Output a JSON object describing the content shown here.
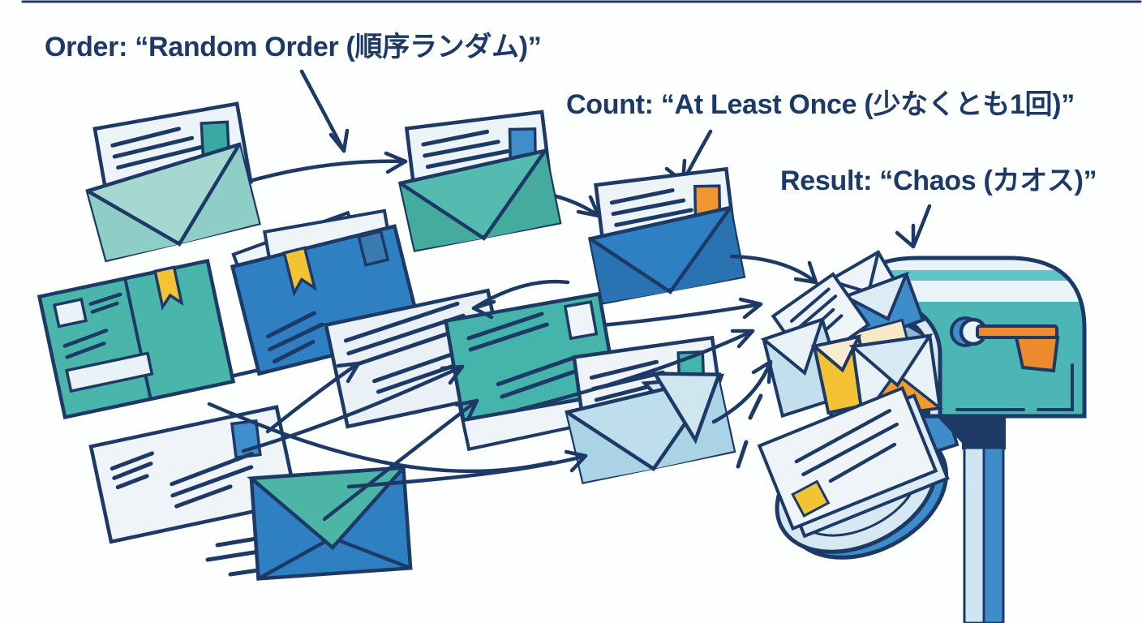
{
  "scene": {
    "title": "Message delivery chaos illustration",
    "labels": {
      "order": "Order: “Random Order (順序ランダム)”",
      "count": "Count: “At Least Once (少なくとも1回)”",
      "result": "Result: “Chaos (カオス)”"
    },
    "colors": {
      "outline_navy": "#1d3a66",
      "teal": "#47b4ac",
      "teal_light": "#a6d7d1",
      "mailbox_teal": "#4cb6b6",
      "blue": "#2f80c3",
      "light_blue": "#bedeed",
      "paper_white": "#edf4f8",
      "yellow": "#f4c235",
      "orange": "#ee8a2e",
      "post_light": "#cfe6f2",
      "post_blue": "#3f8ccb"
    },
    "icons": {
      "envelope_items": [
        "open-envelope-teal-icon",
        "open-envelope-teal2-icon",
        "open-envelope-blue-icon",
        "postcard-teal-icon",
        "parcel-blue-icon",
        "letter-sheet-icon",
        "postcard-teal2-icon",
        "flat-envelope-white-icon",
        "closed-envelope-blue-icon",
        "open-envelope-lightblue-icon"
      ],
      "mailbox": "overflowing-mailbox-icon",
      "arrows": "chaotic-flow-arrows"
    }
  }
}
